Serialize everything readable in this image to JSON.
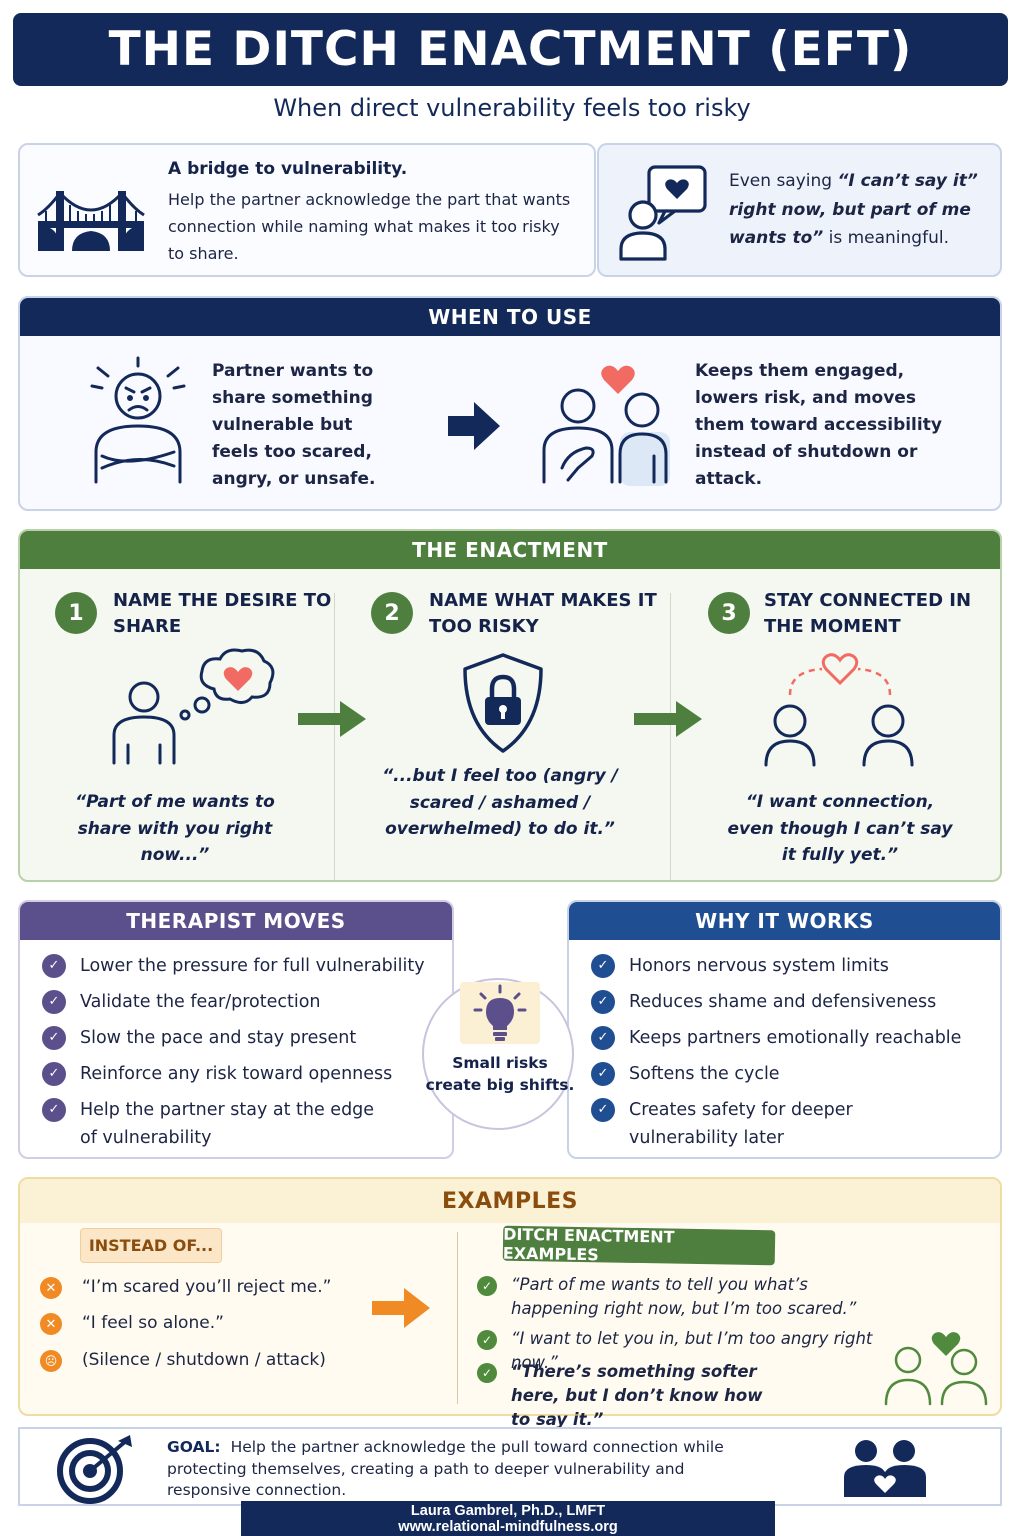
{
  "header": {
    "title": "THE DITCH ENACTMENT (EFT)",
    "subtitle": "When direct vulnerability feels too risky"
  },
  "intro": {
    "heading": "A bridge to vulnerability.",
    "body": "Help the partner acknowledge the part that wants connection while naming what makes it too risky to share.",
    "quote_prefix": "Even saying ",
    "quote_emphasis": "“I can’t say it” right now, but part of me wants to”",
    "quote_suffix": " is meaningful."
  },
  "when_to_use": {
    "title": "WHEN TO USE",
    "left_text": "Partner wants to share something vulnerable but feels too scared, angry, or unsafe.",
    "right_text": "Keeps them engaged, lowers risk, and moves them toward accessibility instead of shutdown or attack."
  },
  "enactment": {
    "title": "THE ENACTMENT",
    "steps": [
      {
        "number": "1",
        "title": "NAME THE DESIRE TO SHARE",
        "quote": "“Part of me wants to share with you right now...”"
      },
      {
        "number": "2",
        "title": "NAME WHAT MAKES IT TOO RISKY",
        "quote": "“...but I feel too (angry / scared / ashamed / overwhelmed) to do it.”"
      },
      {
        "number": "3",
        "title": "STAY CONNECTED IN THE MOMENT",
        "quote": "“I want connection, even though I can’t say it fully yet.”"
      }
    ]
  },
  "therapist_moves": {
    "title": "THERAPIST MOVES",
    "items": [
      "Lower the pressure for full vulnerability",
      "Validate the fear/protection",
      "Slow the pace and stay present",
      "Reinforce any risk toward openness",
      "Help the partner stay at the edge of vulnerability"
    ]
  },
  "center_note": "Small risks create big shifts.",
  "why_it_works": {
    "title": "WHY IT WORKS",
    "items": [
      "Honors nervous system limits",
      "Reduces shame and defensiveness",
      "Keeps partners emotionally reachable",
      "Softens the cycle",
      "Creates safety for deeper vulnerability later"
    ]
  },
  "examples": {
    "title": "EXAMPLES",
    "instead_label": "INSTEAD OF...",
    "instead_items": [
      "“I’m scared you’ll reject me.”",
      "“I feel so alone.”",
      "(Silence / shutdown / attack)"
    ],
    "ditch_label": "DITCH ENACTMENT EXAMPLES",
    "ditch_items": [
      "“Part of me wants to tell you what’s happening right now, but I’m too scared.”",
      "“I want to let you in, but I’m too angry right now.”",
      "“There’s something softer here, but I don’t know how to say it.”"
    ]
  },
  "goal": {
    "label": "GOAL:",
    "text": "Help the partner acknowledge the pull toward connection while protecting themselves, creating a path to deeper vulnerability and responsive connection."
  },
  "credit": {
    "name": "Laura Gambrel, Ph.D., LMFT",
    "url": "www.relational-mindfulness.org"
  },
  "colors": {
    "navy": "#13295a",
    "green": "#4f7f3e",
    "purple": "#5b4f8c",
    "blue": "#1f4e93",
    "orange": "#f08a24",
    "heart": "#f26b63"
  },
  "icons": [
    "bridge-icon",
    "speech-bubble-heart-icon",
    "frustrated-person-icon",
    "arrow-right-icon",
    "couple-heart-icon",
    "thought-bubble-heart-icon",
    "shield-lock-icon",
    "connected-couple-icon",
    "lightbulb-icon",
    "target-icon",
    "couple-silhouette-icon"
  ]
}
